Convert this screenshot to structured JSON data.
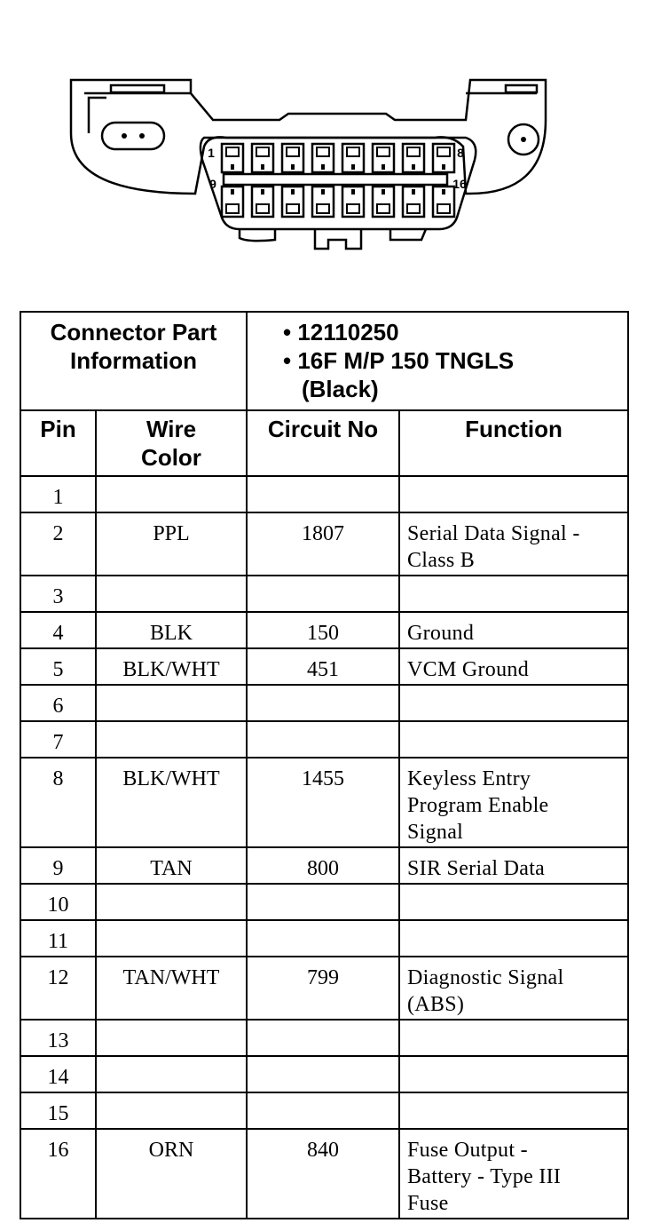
{
  "connector": {
    "pin_labels": {
      "top_left": "1",
      "top_right": "8",
      "bottom_left": "9",
      "bottom_right": "16"
    },
    "top_row_count": 8,
    "bottom_row_count": 8
  },
  "table": {
    "part_info_label": [
      "Connector Part",
      "Information"
    ],
    "part_info_items": [
      {
        "bullet": true,
        "text": "12110250"
      },
      {
        "bullet": true,
        "text": "16F M/P 150 TNGLS"
      },
      {
        "bullet": false,
        "text": "(Black)"
      }
    ],
    "columns": [
      [
        "Pin"
      ],
      [
        "Wire",
        "Color"
      ],
      [
        "Circuit No"
      ],
      [
        "Function"
      ]
    ],
    "rows": [
      {
        "pin": "1",
        "wire": "",
        "circuit": "",
        "function": []
      },
      {
        "pin": "2",
        "wire": "PPL",
        "circuit": "1807",
        "function": [
          "Serial Data Signal -",
          "Class B"
        ]
      },
      {
        "pin": "3",
        "wire": "",
        "circuit": "",
        "function": []
      },
      {
        "pin": "4",
        "wire": "BLK",
        "circuit": "150",
        "function": [
          "Ground"
        ]
      },
      {
        "pin": "5",
        "wire": "BLK/WHT",
        "circuit": "451",
        "function": [
          "VCM Ground"
        ]
      },
      {
        "pin": "6",
        "wire": "",
        "circuit": "",
        "function": []
      },
      {
        "pin": "7",
        "wire": "",
        "circuit": "",
        "function": []
      },
      {
        "pin": "8",
        "wire": "BLK/WHT",
        "circuit": "1455",
        "function": [
          "Keyless Entry",
          "Program Enable",
          "Signal"
        ]
      },
      {
        "pin": "9",
        "wire": "TAN",
        "circuit": "800",
        "function": [
          "SIR Serial Data"
        ]
      },
      {
        "pin": "10",
        "wire": "",
        "circuit": "",
        "function": []
      },
      {
        "pin": "11",
        "wire": "",
        "circuit": "",
        "function": []
      },
      {
        "pin": "12",
        "wire": "TAN/WHT",
        "circuit": "799",
        "function": [
          "Diagnostic Signal",
          "(ABS)"
        ]
      },
      {
        "pin": "13",
        "wire": "",
        "circuit": "",
        "function": []
      },
      {
        "pin": "14",
        "wire": "",
        "circuit": "",
        "function": []
      },
      {
        "pin": "15",
        "wire": "",
        "circuit": "",
        "function": []
      },
      {
        "pin": "16",
        "wire": "ORN",
        "circuit": "840",
        "function": [
          "Fuse Output -",
          "Battery - Type III",
          "Fuse"
        ]
      }
    ]
  }
}
